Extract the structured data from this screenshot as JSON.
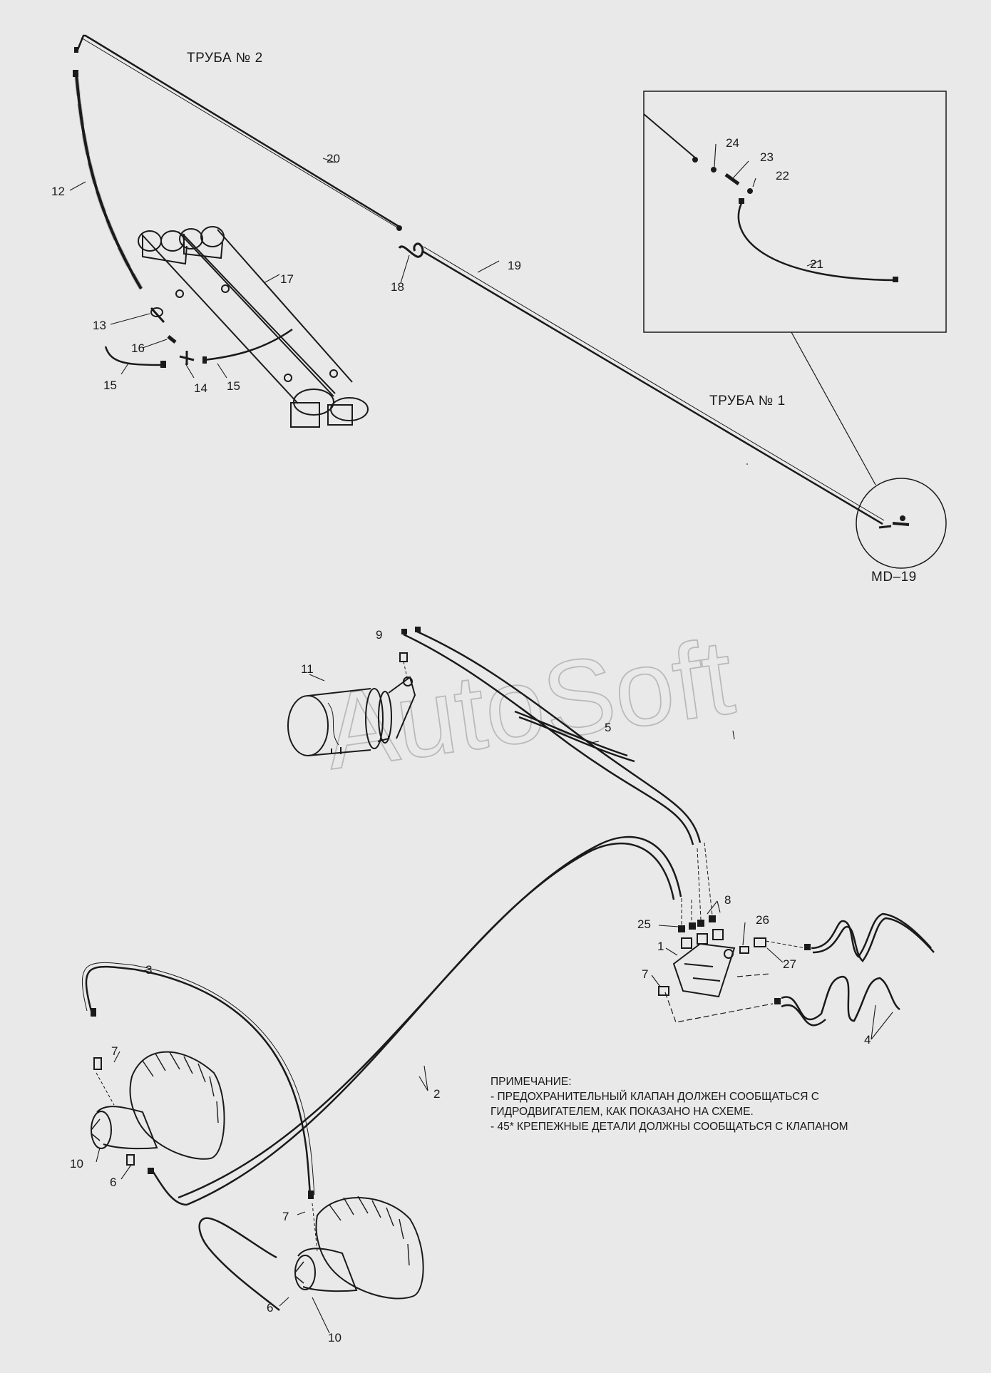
{
  "headings": {
    "pipe2": "ТРУБА № 2",
    "pipe1": "ТРУБА № 1",
    "detail_ref": "MD–19"
  },
  "watermark": "AutoSoft",
  "callouts": {
    "c1": "1",
    "c2": "2",
    "c3": "3",
    "c4": "4",
    "c5": "5",
    "c6a": "6",
    "c6b": "6",
    "c7a": "7",
    "c7b": "7",
    "c7c": "7",
    "c8": "8",
    "c9": "9",
    "c10a": "10",
    "c10b": "10",
    "c11": "11",
    "c12": "12",
    "c13": "13",
    "c14": "14",
    "c15a": "15",
    "c15b": "15",
    "c16": "16",
    "c17": "17",
    "c18": "18",
    "c19": "19",
    "c20": "20",
    "c21": "21",
    "c22": "22",
    "c23": "23",
    "c24": "24",
    "c25": "25",
    "c26": "26",
    "c27": "27"
  },
  "note": {
    "title": "ПРИМЕЧАНИЕ:",
    "line1": "- ПРЕДОХРАНИТЕЛЬНЫЙ КЛАПАН ДОЛЖЕН СООБЩАТЬСЯ С",
    "line2": "ГИДРОДВИГАТЕЛЕМ, КАК ПОКАЗАНО НА СХЕМЕ.",
    "line3": "- 45* КРЕПЕЖНЫЕ ДЕТАЛИ ДОЛЖНЫ СООБЩАТЬСЯ С КЛАПАНОМ"
  },
  "colors": {
    "background": "#e9e9e9",
    "ink": "#1a1a1a",
    "watermark": "#9a9a9a"
  }
}
